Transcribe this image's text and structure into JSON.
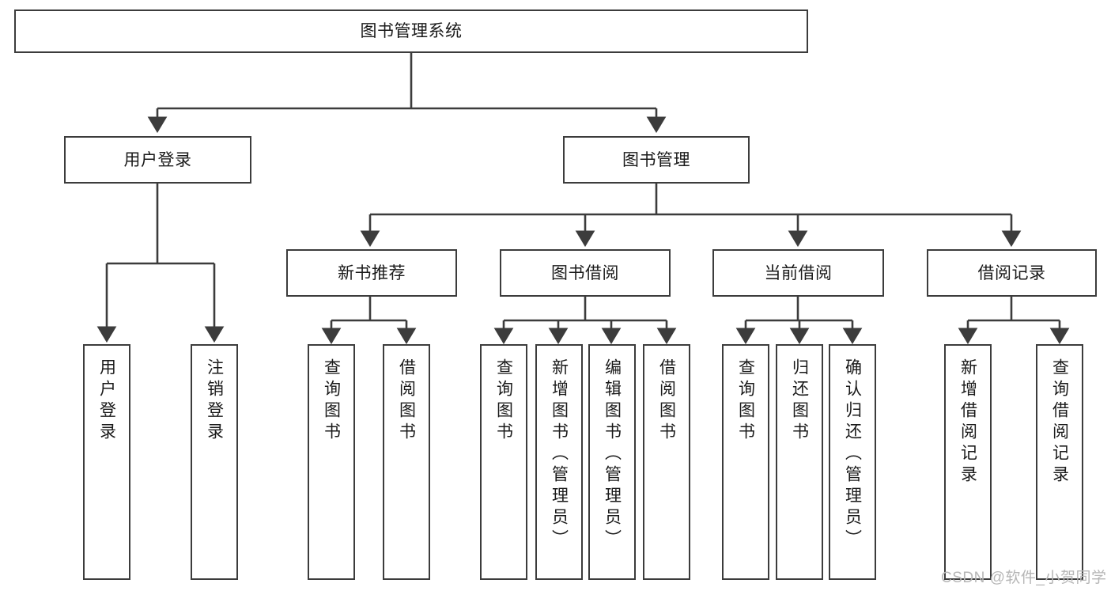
{
  "diagram": {
    "title": "图书管理系统",
    "watermark": "CSDN @软件_小贺同学",
    "colors": {
      "stroke": "#3c3c3c",
      "background": "#ffffff",
      "text": "#1a1a1a",
      "watermark": "#b6b6b6"
    },
    "nodes": {
      "root": {
        "label": "图书管理系统",
        "orientation": "horizontal"
      },
      "level2": [
        {
          "label": "用户登录",
          "orientation": "horizontal"
        },
        {
          "label": "图书管理",
          "orientation": "horizontal"
        }
      ],
      "level3": [
        {
          "label": "新书推荐",
          "orientation": "horizontal"
        },
        {
          "label": "图书借阅",
          "orientation": "horizontal"
        },
        {
          "label": "当前借阅",
          "orientation": "horizontal"
        },
        {
          "label": "借阅记录",
          "orientation": "horizontal"
        }
      ],
      "leaves_user_login": [
        {
          "label": "用户登录",
          "orientation": "vertical"
        },
        {
          "label": "注销登录",
          "orientation": "vertical"
        }
      ],
      "leaves_new_books": [
        {
          "label": "查询图书",
          "orientation": "vertical"
        },
        {
          "label": "借阅图书",
          "orientation": "vertical"
        }
      ],
      "leaves_book_borrow": [
        {
          "label": "查询图书",
          "orientation": "vertical"
        },
        {
          "label": "新增图书（管理员）",
          "orientation": "vertical"
        },
        {
          "label": "编辑图书（管理员）",
          "orientation": "vertical"
        },
        {
          "label": "借阅图书",
          "orientation": "vertical"
        }
      ],
      "leaves_current_borrow": [
        {
          "label": "查询图书",
          "orientation": "vertical"
        },
        {
          "label": "归还图书",
          "orientation": "vertical"
        },
        {
          "label": "确认归还（管理员）",
          "orientation": "vertical"
        }
      ],
      "leaves_borrow_record": [
        {
          "label": "新增借阅记录",
          "orientation": "vertical"
        },
        {
          "label": "查询借阅记录",
          "orientation": "vertical"
        }
      ]
    }
  }
}
